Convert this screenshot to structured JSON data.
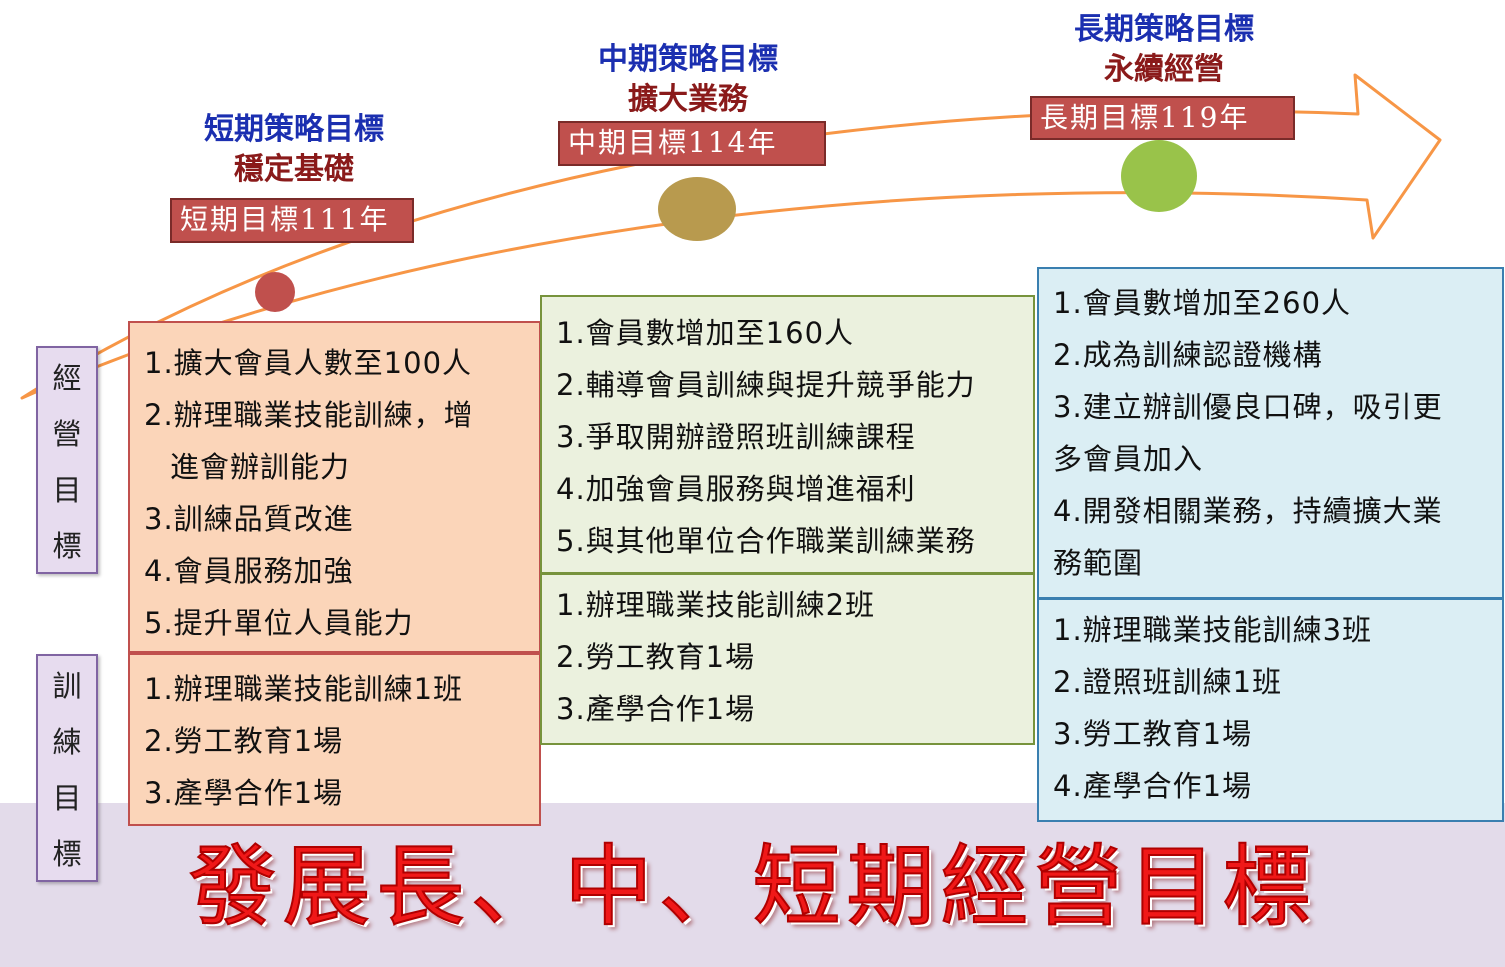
{
  "title": "發展長、中、短期經營目標",
  "stages": {
    "short": {
      "heading": "短期策略目標",
      "subheading": "穩定基礎",
      "target_year": "短期目標111年"
    },
    "mid": {
      "heading": "中期策略目標",
      "subheading": "擴大業務",
      "target_year": "中期目標114年"
    },
    "long": {
      "heading": "長期策略目標",
      "subheading": "永續經營",
      "target_year": "長期目標119年"
    }
  },
  "side_labels": {
    "business": [
      "經",
      "營",
      "目",
      "標"
    ],
    "training": [
      "訓",
      "練",
      "目",
      "標"
    ]
  },
  "business_goals": {
    "short": [
      "1.擴大會員人數至100人",
      "2.辦理職業技能訓練，增",
      "進會辦訓能力",
      "3.訓練品質改進",
      "4.會員服務加強",
      "5.提升單位人員能力"
    ],
    "mid": [
      "1.會員數增加至160人",
      "2.輔導會員訓練與提升競爭能力",
      "3.爭取開辦證照班訓練課程",
      "4.加強會員服務與增進福利",
      "5.與其他單位合作職業訓練業務"
    ],
    "long": [
      "1.會員數增加至260人",
      "2.成為訓練認證機構",
      "3.建立辦訓優良口碑，吸引更",
      "多會員加入",
      "4.開發相關業務，持續擴大業",
      "務範圍"
    ]
  },
  "training_goals": {
    "short": [
      "1.辦理職業技能訓練1班",
      "2.勞工教育1場",
      "3.產學合作1場"
    ],
    "mid": [
      "1.辦理職業技能訓練2班",
      "2.勞工教育1場",
      "3.產學合作1場"
    ],
    "long": [
      "1.辦理職業技能訓練3班",
      "2.證照班訓練1班",
      "3.勞工教育1場",
      "4.產學合作1場"
    ]
  },
  "colors": {
    "short_dot": "#c0504d",
    "mid_dot": "#b89a4e",
    "long_dot": "#99c34a",
    "arrow": "#f79646",
    "heading_blue": "#1b2fb0",
    "subheading_red": "#8a1a1a",
    "title_red": "#f01818"
  }
}
